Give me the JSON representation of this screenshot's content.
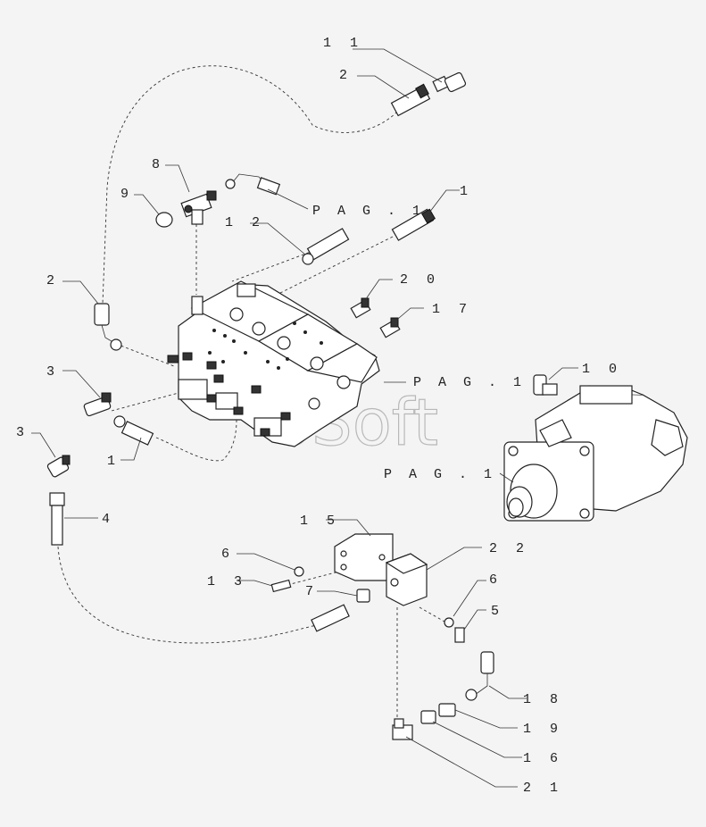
{
  "diagram": {
    "background": "#f4f4f4",
    "ink": "#222222",
    "watermark": "oSoft",
    "page_ref": "P A G . 1",
    "callouts": {
      "c11": "1 1",
      "c2a": "2",
      "c8": "8",
      "c9": "9",
      "c12": "1 2",
      "c1a": "1",
      "c2b": "2",
      "c20": "2 0",
      "c17": "1 7",
      "c3a": "3",
      "c3b": "3",
      "c1b": "1",
      "c10": "1 0",
      "c4": "4",
      "c15": "1 5",
      "c22": "2 2",
      "c6a": "6",
      "c13": "1 3",
      "c7": "7",
      "c6b": "6",
      "c5": "5",
      "c18": "1 8",
      "c19": "1 9",
      "c16": "1 6",
      "c21": "2 1"
    }
  }
}
